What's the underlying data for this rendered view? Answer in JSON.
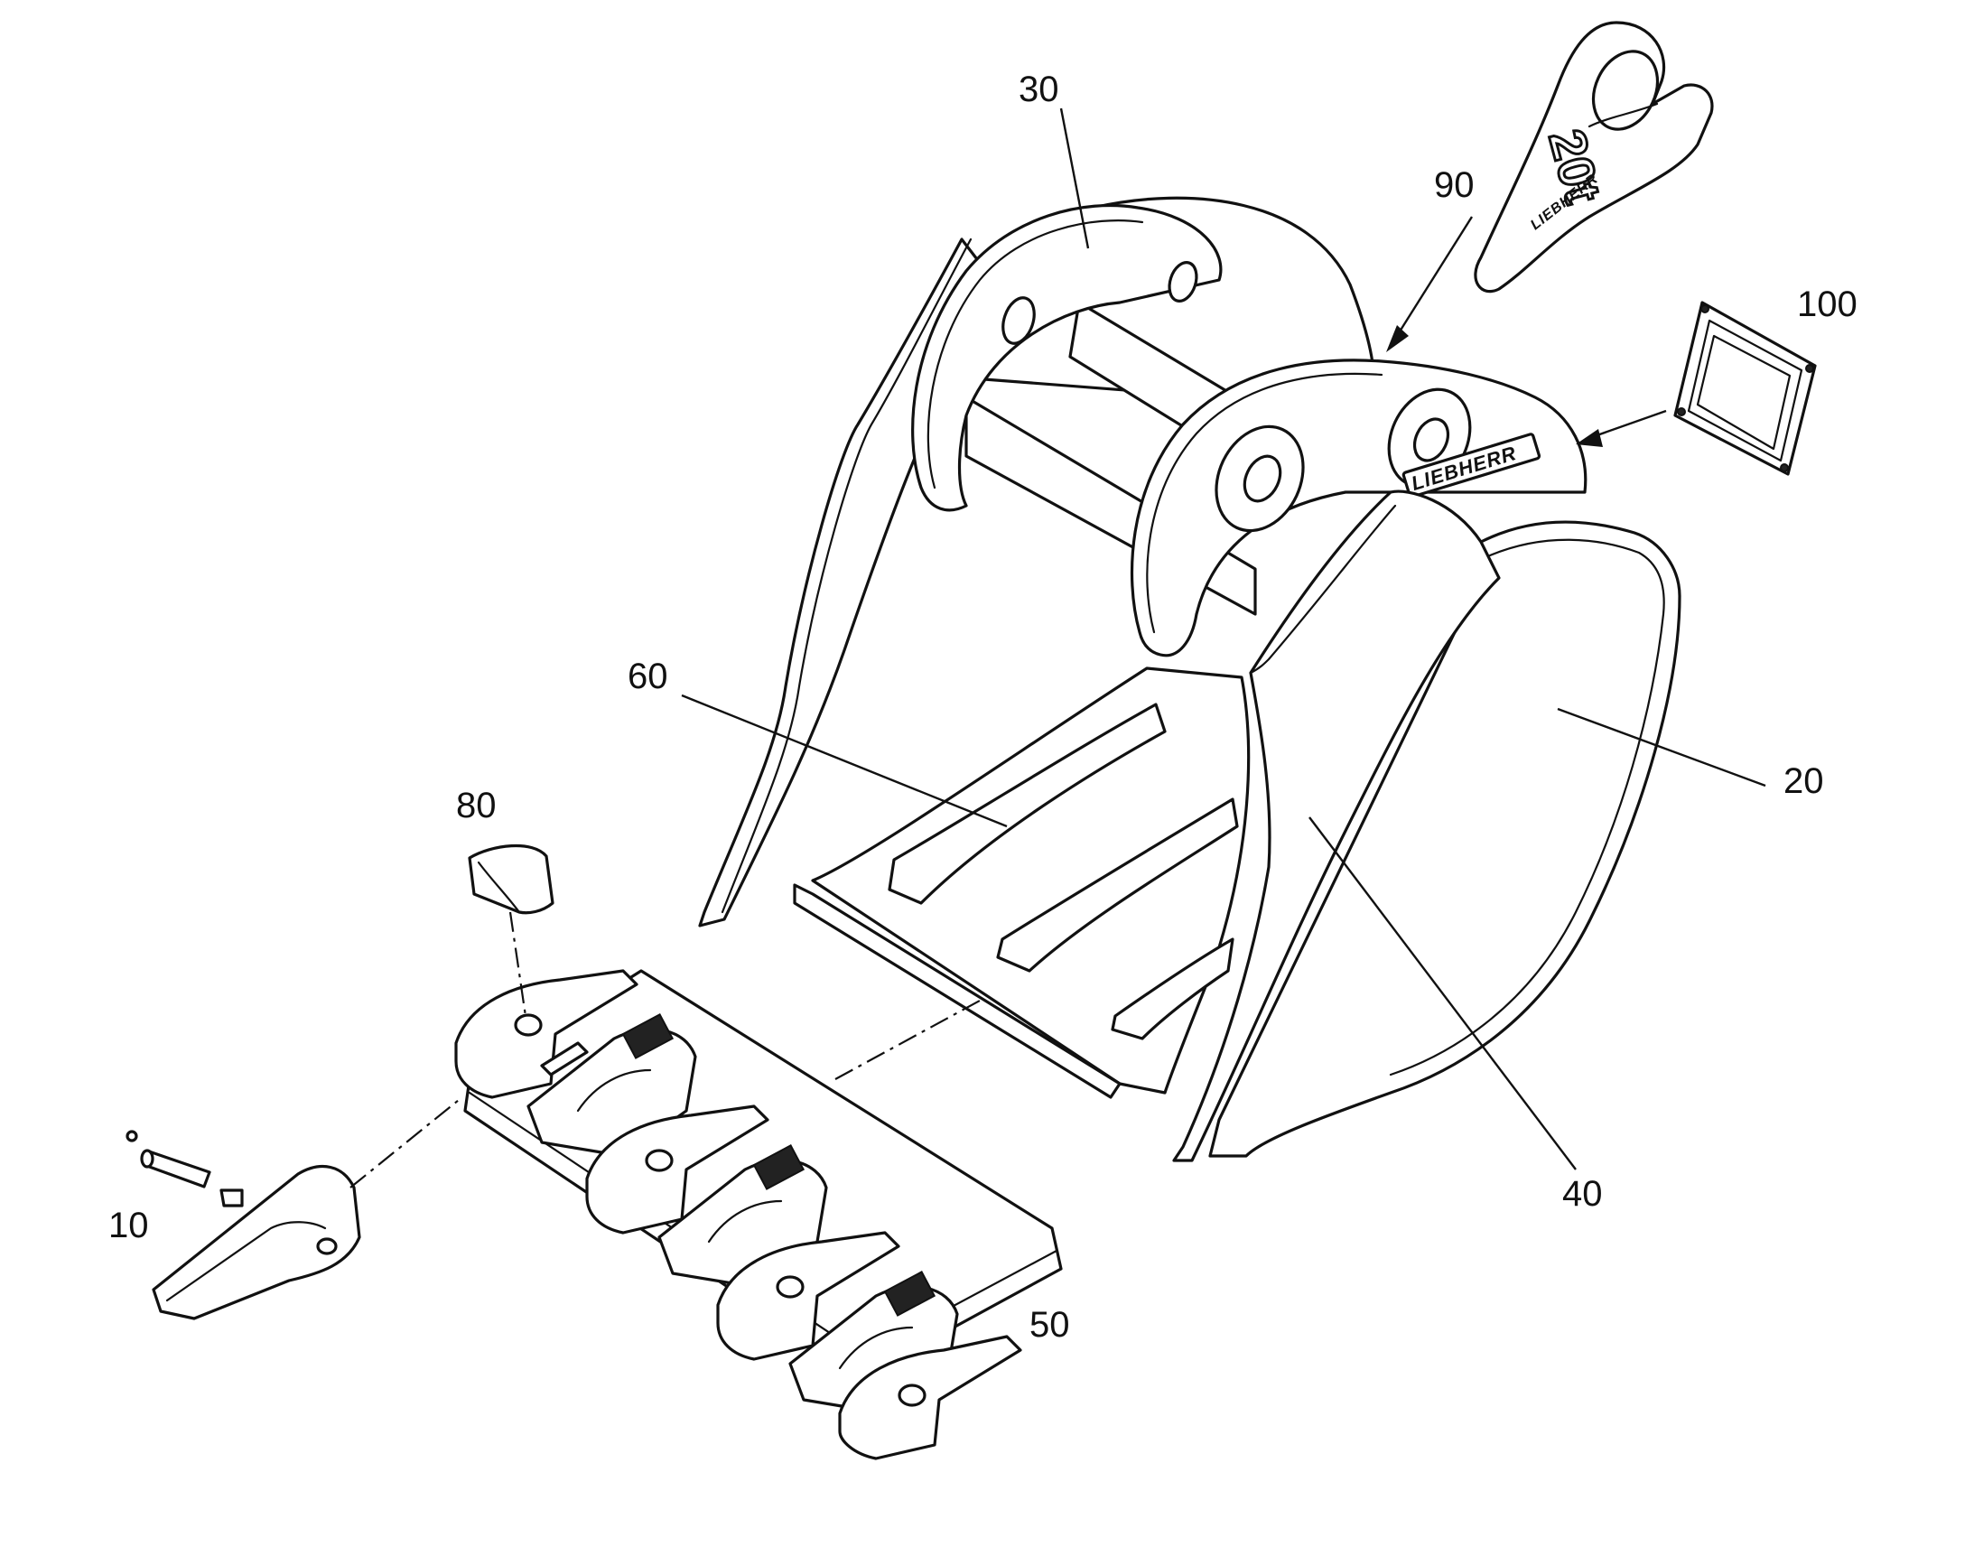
{
  "labels": {
    "l10": "10",
    "l20": "20",
    "l30": "30",
    "l40": "40",
    "l50": "50",
    "l60": "60",
    "l80": "80",
    "l90": "90",
    "l100": "100"
  },
  "marks": {
    "brand_on_bucket": "LIEBHERR",
    "hook_stamp": "20t",
    "hook_brand": "LIEBHERR"
  }
}
